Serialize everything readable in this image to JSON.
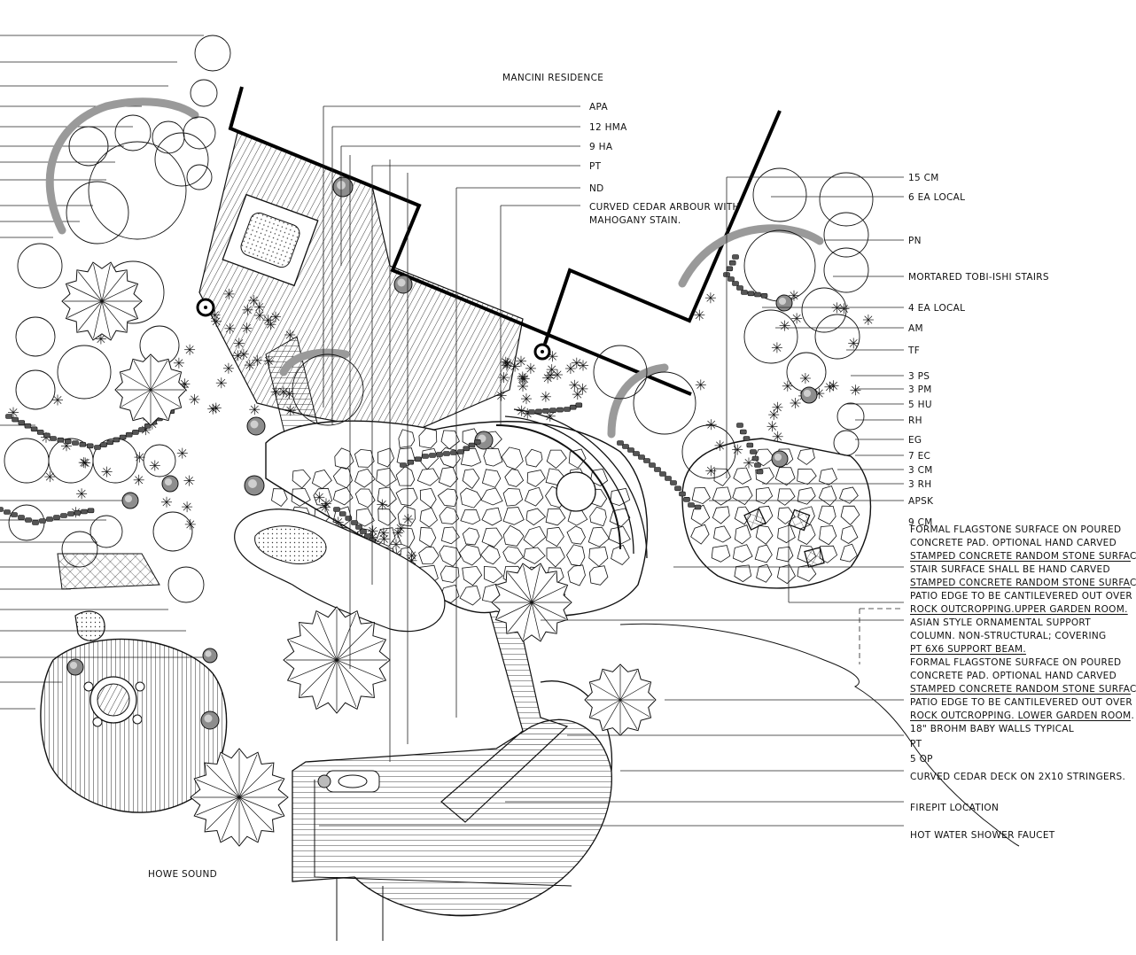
{
  "title": "MANCINI RESIDENCE",
  "location_label": "HOWE SOUND",
  "colors": {
    "ink": "#111111",
    "paper": "#ffffff",
    "shade": "#9a9a9a"
  },
  "callouts_top": [
    {
      "id": "apa",
      "text": "APA"
    },
    {
      "id": "hma",
      "text": "12 HMA"
    },
    {
      "id": "ha",
      "text": "9 HA"
    },
    {
      "id": "pt1",
      "text": "PT"
    },
    {
      "id": "nd",
      "text": "ND"
    },
    {
      "id": "arbour1",
      "text": "CURVED CEDAR ARBOUR WITH"
    },
    {
      "id": "arbour2",
      "text": "MAHOGANY STAIN."
    }
  ],
  "callouts_right": [
    {
      "id": "cm15",
      "text": "15 CM"
    },
    {
      "id": "local6",
      "text": "6 EA LOCAL"
    },
    {
      "id": "pn",
      "text": "PN"
    },
    {
      "id": "stairs",
      "text": "MORTARED TOBI-ISHI STAIRS"
    },
    {
      "id": "local4",
      "text": "4 EA LOCAL"
    },
    {
      "id": "am",
      "text": "AM"
    },
    {
      "id": "tf",
      "text": "TF"
    },
    {
      "id": "ps3",
      "text": "3 PS"
    },
    {
      "id": "pm3",
      "text": "3 PM"
    },
    {
      "id": "hu5",
      "text": "5 HU"
    },
    {
      "id": "rh1",
      "text": "RH"
    },
    {
      "id": "eg",
      "text": "EG"
    },
    {
      "id": "ec7",
      "text": "7 EC"
    },
    {
      "id": "cm3",
      "text": "3 CM"
    },
    {
      "id": "rh3",
      "text": "3 RH"
    },
    {
      "id": "apsk",
      "text": "APSK"
    },
    {
      "id": "cm9",
      "text": "9 CM"
    }
  ],
  "notes": [
    {
      "id": "n1",
      "text": "FORMAL FLAGSTONE SURFACE ON POURED",
      "underline": false
    },
    {
      "id": "n2",
      "text": "CONCRETE PAD.  OPTIONAL HAND CARVED",
      "underline": false
    },
    {
      "id": "n3",
      "text": "STAMPED CONCRETE RANDOM STONE SURFACE.",
      "underline": true
    },
    {
      "id": "n4",
      "text": "STAIR SURFACE SHALL BE HAND CARVED",
      "underline": false
    },
    {
      "id": "n5",
      "text": "STAMPED CONCRETE RANDOM STONE SURFACE.",
      "underline": true
    },
    {
      "id": "n6",
      "text": "PATIO EDGE TO BE CANTILEVERED OUT OVER",
      "underline": false
    },
    {
      "id": "n7",
      "text": "ROCK OUTCROPPING.UPPER GARDEN ROOM.",
      "underline": true
    },
    {
      "id": "n8",
      "text": "ASIAN STYLE ORNAMENTAL SUPPORT",
      "underline": false
    },
    {
      "id": "n9",
      "text": "COLUMN. NON-STRUCTURAL; COVERING",
      "underline": false
    },
    {
      "id": "n10",
      "text": "PT 6X6 SUPPORT BEAM.",
      "underline": true
    },
    {
      "id": "n11",
      "text": "FORMAL FLAGSTONE SURFACE ON POURED",
      "underline": false
    },
    {
      "id": "n12",
      "text": "CONCRETE PAD.  OPTIONAL HAND CARVED",
      "underline": false
    },
    {
      "id": "n13",
      "text": "STAMPED CONCRETE RANDOM STONE SURFACE.",
      "underline": true
    },
    {
      "id": "n14",
      "text": "PATIO EDGE TO BE CANTILEVERED OUT OVER",
      "underline": false
    },
    {
      "id": "n15",
      "text": "ROCK OUTCROPPING. LOWER GARDEN ROOM.",
      "underline": true
    },
    {
      "id": "n16",
      "text": "18\" BROHM BABY WALLS TYPICAL",
      "underline": false
    }
  ],
  "callouts_bottom": [
    {
      "id": "pt2",
      "text": "PT"
    },
    {
      "id": "op5",
      "text": "5 OP"
    },
    {
      "id": "deck",
      "text": "CURVED CEDAR DECK ON 2X10 STRINGERS."
    },
    {
      "id": "firepit",
      "text": "FIREPIT LOCATION"
    },
    {
      "id": "shower",
      "text": "HOT WATER SHOWER FAUCET"
    }
  ]
}
